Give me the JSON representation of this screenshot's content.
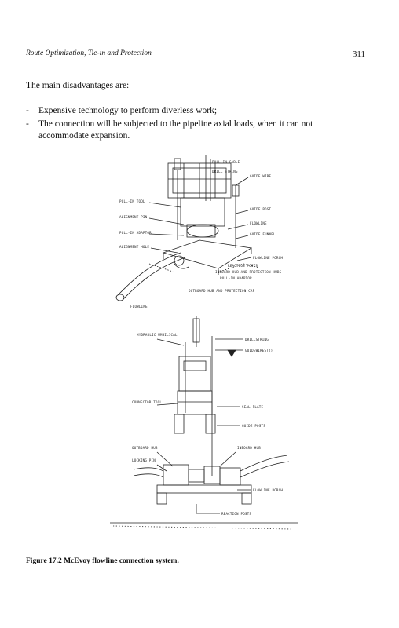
{
  "header": {
    "running_title": "Route Optimization, Tie-in and Protection",
    "page_number": "311"
  },
  "body": {
    "lead": "The main disadvantages are:",
    "bullets": [
      "Expensive technology to perform diverless work;",
      "The connection will be subjected to the pipeline axial loads, when it can not accommodate expansion."
    ]
  },
  "figure_top": {
    "labels": {
      "pullin_cable": "PULL-IN CABLE",
      "drill_string": "DRILL STRING",
      "guide_wire": "GUIDE WIRE",
      "pullin_tool": "PULL-IN TOOL",
      "guide_post": "GUIDE POST",
      "alignment_pin": "ALIGNMENT PIN",
      "flowline_right": "FLOWLINE",
      "pullin_adaptor": "PULL-IN ADAPTOR",
      "guide_funnel": "GUIDE FUNNEL",
      "alignment_hole": "ALIGNMENT HOLE",
      "flowline_porch": "FLOWLINE PORCH",
      "reaction_posts": "REACTION POSTS",
      "inboard_hub": "INBOARD HUB AND PROTECTION HUBS",
      "pullin_adaptor_2": "PULL-IN ADAPTOR",
      "outboard_hub": "OUTBOARD HUB AND PROTECTION CAP",
      "flowline_left": "FLOWLINE"
    }
  },
  "figure_bottom": {
    "labels": {
      "hydraulic_umbilical": "HYDRAULIC UMBILICAL",
      "drillstring": "DRILLSTRING",
      "guidewires": "GUIDEWIRES(2)",
      "connector_tool": "CONNECTOR TOOL",
      "seal_plate": "SEAL PLATE",
      "guide_posts": "GUIDE POSTS",
      "outboard_hub": "OUTBOARD HUB",
      "inboard_hub": "INBOARD HUB",
      "locking_pin": "LOCKING PIN",
      "flowline_porch": "FLOWLINE PORCH",
      "reaction_posts": "REACTION POSTS"
    }
  },
  "caption": "Figure 17.2 McEvoy flowline connection system."
}
